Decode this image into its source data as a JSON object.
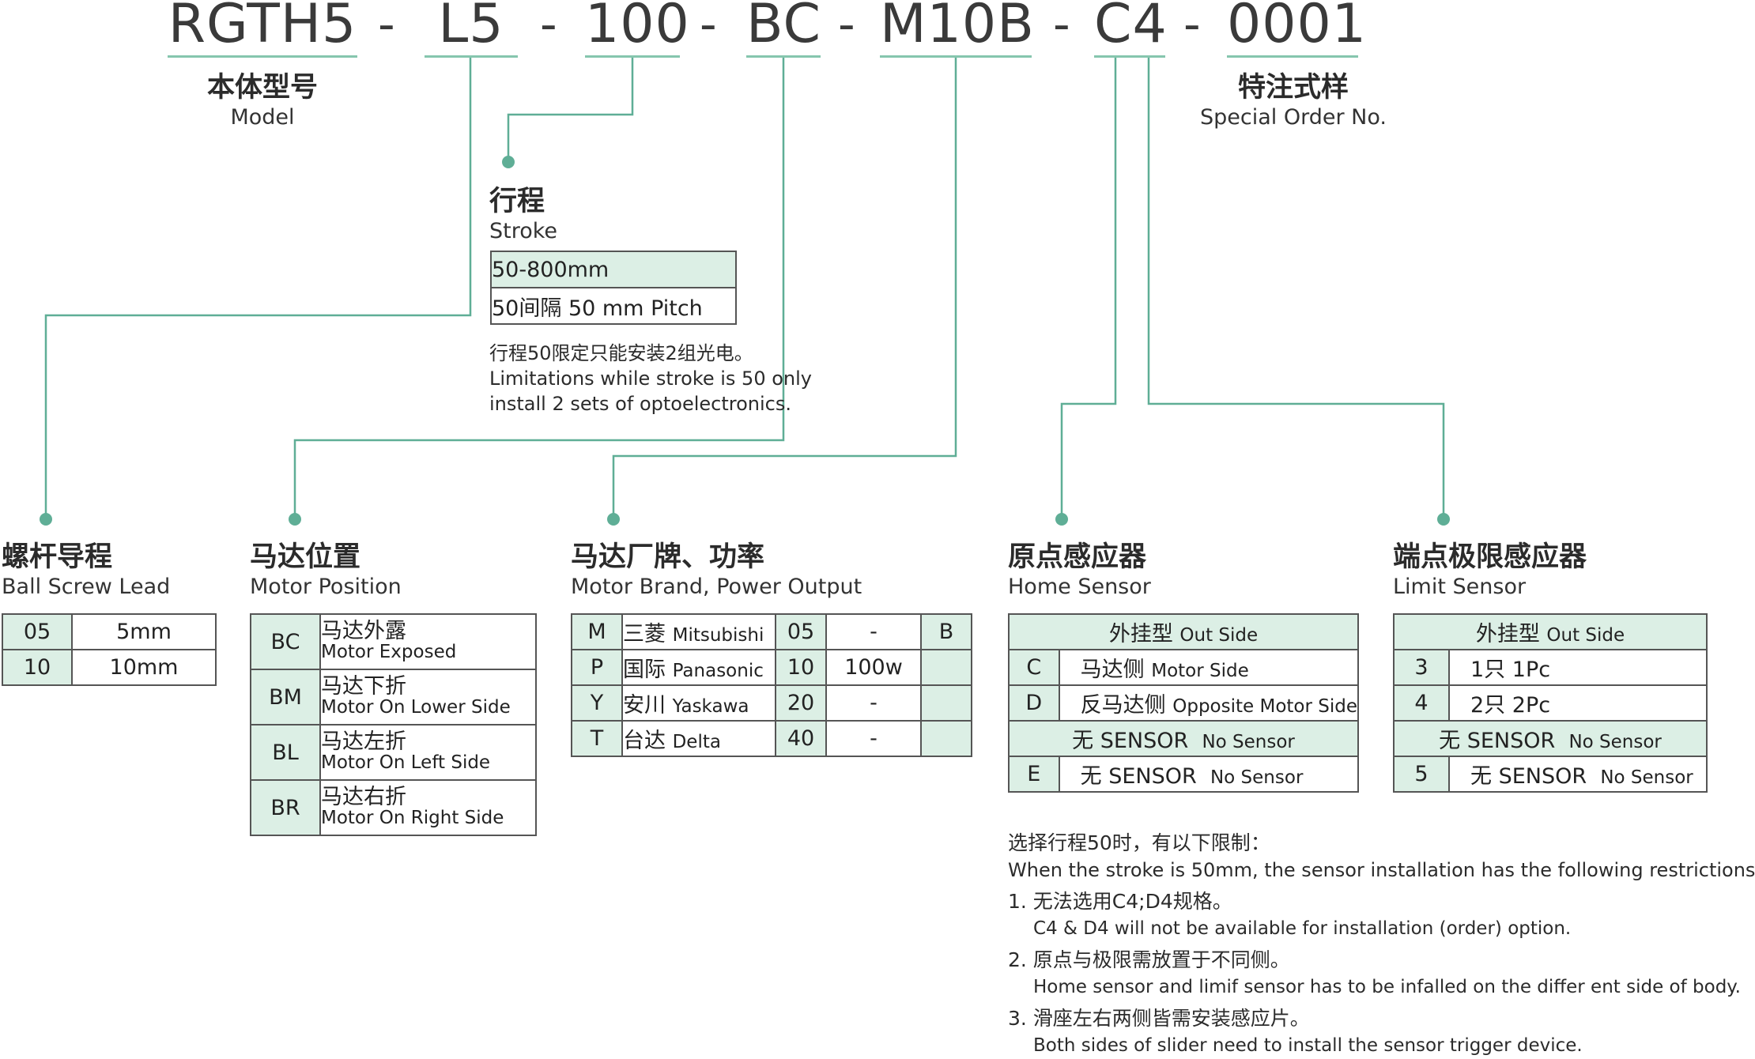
{
  "code": {
    "segments": [
      "RGTH5",
      "L5",
      "100",
      "BC",
      "M10B",
      "C4",
      "0001"
    ],
    "separator": "-"
  },
  "labels": {
    "model": {
      "zh": "本体型号",
      "en": "Model"
    },
    "special": {
      "zh": "特注式样",
      "en": "Special Order No."
    },
    "stroke": {
      "zh": "行程",
      "en": "Stroke"
    },
    "lead": {
      "zh": "螺杆导程",
      "en": "Ball Screw Lead"
    },
    "motor_pos": {
      "zh": "马达位置",
      "en": "Motor Position"
    },
    "motor_brand": {
      "zh": "马达厂牌、功率",
      "en": "Motor Brand, Power Output"
    },
    "home": {
      "zh": "原点感应器",
      "en": "Home Sensor"
    },
    "limit": {
      "zh": "端点极限感应器",
      "en": "Limit Sensor"
    }
  },
  "stroke_table": {
    "range": "50-800mm",
    "pitch": "50间隔 50 mm Pitch",
    "note_zh": "行程50限定只能安装2组光电。",
    "note_en1": "Limitations while stroke is 50 only",
    "note_en2": "install 2 sets of optoelectronics."
  },
  "lead_table": [
    {
      "code": "05",
      "value": "5mm"
    },
    {
      "code": "10",
      "value": "10mm"
    }
  ],
  "motor_pos_table": [
    {
      "code": "BC",
      "zh": "马达外露",
      "en": "Motor Exposed"
    },
    {
      "code": "BM",
      "zh": "马达下折",
      "en": "Motor On Lower Side"
    },
    {
      "code": "BL",
      "zh": "马达左折",
      "en": "Motor On Left Side"
    },
    {
      "code": "BR",
      "zh": "马达右折",
      "en": "Motor On Right Side"
    }
  ],
  "motor_brand_table": [
    {
      "code": "M",
      "zh": "三菱",
      "en": "Mitsubishi",
      "pcode": "05",
      "power": "-",
      "brake": "B"
    },
    {
      "code": "P",
      "zh": "国际",
      "en": "Panasonic",
      "pcode": "10",
      "power": "100w",
      "brake": ""
    },
    {
      "code": "Y",
      "zh": "安川",
      "en": "Yaskawa",
      "pcode": "20",
      "power": "-",
      "brake": ""
    },
    {
      "code": "T",
      "zh": "台达",
      "en": "Delta",
      "pcode": "40",
      "power": "-",
      "brake": ""
    }
  ],
  "home_table": {
    "header_zh": "外挂型",
    "header_en": "Out Side",
    "rows": [
      {
        "code": "C",
        "zh": "马达侧",
        "en": "Motor Side"
      },
      {
        "code": "D",
        "zh": "反马达侧",
        "en": "Opposite Motor Side"
      }
    ],
    "none_header_zh": "无 SENSOR",
    "none_header_en": "No Sensor",
    "none_row": {
      "code": "E",
      "zh": "无 SENSOR",
      "en": "No Sensor"
    }
  },
  "limit_table": {
    "header_zh": "外挂型",
    "header_en": "Out Side",
    "rows": [
      {
        "code": "3",
        "zh": "1只",
        "en": "1Pc"
      },
      {
        "code": "4",
        "zh": "2只",
        "en": "2Pc"
      }
    ],
    "none_header_zh": "无 SENSOR",
    "none_header_en": "No Sensor",
    "none_row": {
      "code": "5",
      "zh": "无 SENSOR",
      "en": "No Sensor"
    }
  },
  "restrictions": {
    "intro_zh": "选择行程50时，有以下限制：",
    "intro_en": "When the stroke is 50mm, the sensor installation has the following restrictions",
    "items": [
      {
        "zh": "1. 无法选用C4;D4规格。",
        "en": "C4 & D4 will not be available for installation (order) option."
      },
      {
        "zh": "2. 原点与极限需放置于不同侧。",
        "en": "Home sensor and limif sensor has to be infalled on the differ ent side of body."
      },
      {
        "zh": "3. 滑座左右两侧皆需安装感应片。",
        "en": "Both sides of slider need  to install the sensor trigger device."
      }
    ]
  },
  "colors": {
    "accent": "#5fae96",
    "header_fill": "#dcefe5",
    "border": "#555555"
  }
}
